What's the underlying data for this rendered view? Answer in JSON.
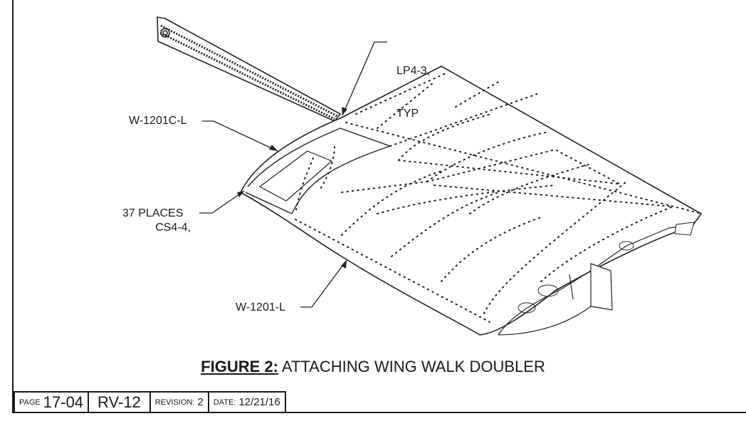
{
  "callouts": {
    "lp4": {
      "line1": "LP4-3,",
      "line2": "TYP"
    },
    "w1201c": "W-1201C-L",
    "cs4": {
      "line1": "CS4-4,",
      "line2": "37 PLACES"
    },
    "w1201": "W-1201-L"
  },
  "caption": {
    "label": "FIGURE 2:",
    "text": "ATTACHING WING WALK DOUBLER"
  },
  "titleblock": {
    "page_label": "PAGE",
    "page_value": "17-04",
    "model": "RV-12",
    "revision_label": "REVISION:",
    "revision_value": "2",
    "date_label": "DATE:",
    "date_value": "12/21/16"
  }
}
